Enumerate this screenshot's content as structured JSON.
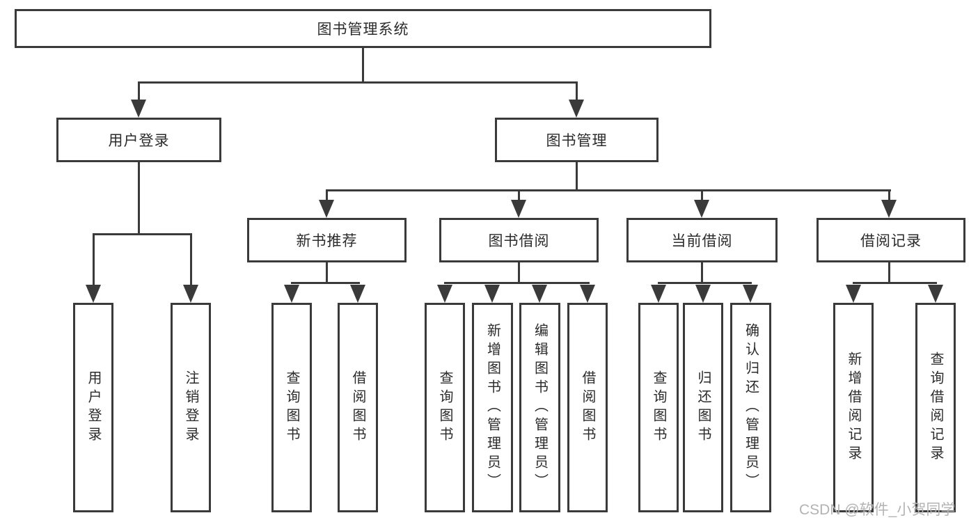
{
  "diagram": {
    "root": {
      "label": "图书管理系统"
    },
    "level2": {
      "user_login": {
        "label": "用户登录"
      },
      "book_mgmt": {
        "label": "图书管理"
      }
    },
    "level3": {
      "new_book": {
        "label": "新书推荐"
      },
      "book_borrow": {
        "label": "图书借阅"
      },
      "current_borrow": {
        "label": "当前借阅"
      },
      "borrow_record": {
        "label": "借阅记录"
      }
    },
    "leaves": {
      "user_login": [
        "用户登录",
        "注销登录"
      ],
      "new_book": [
        "查询图书",
        "借阅图书"
      ],
      "book_borrow": [
        "查询图书",
        "新增图书（管理员）",
        "编辑图书（管理员）",
        "借阅图书"
      ],
      "current_borrow": [
        "查询图书",
        "归还图书",
        "确认归还（管理员）"
      ],
      "borrow_record": [
        "新增借阅记录",
        "查询借阅记录"
      ]
    }
  },
  "watermark": "CSDN @软件_小贺同学",
  "colors": {
    "line": "#3a3a3a",
    "text": "#2b2b2b",
    "watermark": "#b3b3b3",
    "background": "#ffffff"
  }
}
